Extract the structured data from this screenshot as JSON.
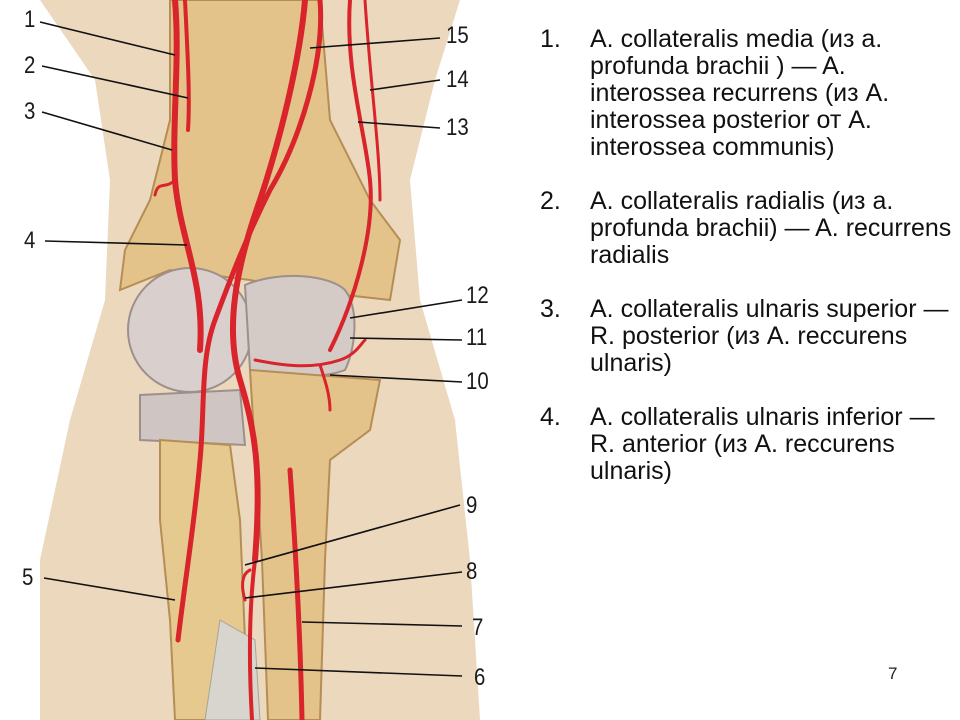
{
  "figure": {
    "labels": [
      "1",
      "2",
      "3",
      "4",
      "5",
      "6",
      "7",
      "8",
      "9",
      "10",
      "11",
      "12",
      "13",
      "14",
      "15"
    ]
  },
  "items": [
    {
      "number": "1.",
      "text": "A. collateralis media (из a. profunda brachii ) — A. interossea recurrens (из A. interossea posterior от A. interossea communis)"
    },
    {
      "number": "2.",
      "text": "A. collateralis radialis (из a. profunda brachii) — A. recurrens radialis"
    },
    {
      "number": "3.",
      "text": "A. collateralis ulnaris superior — R. posterior (из A. reccurens ulnaris)"
    },
    {
      "number": "4.",
      "text": "A. collateralis ulnaris inferior — R. anterior (из A. reccurens ulnaris)"
    }
  ],
  "slide_number": "7",
  "colors": {
    "artery": "#d8242a",
    "bone": "#e6c98e",
    "skin": "#ecd8bd",
    "cartilage": "#cfc6c4"
  }
}
